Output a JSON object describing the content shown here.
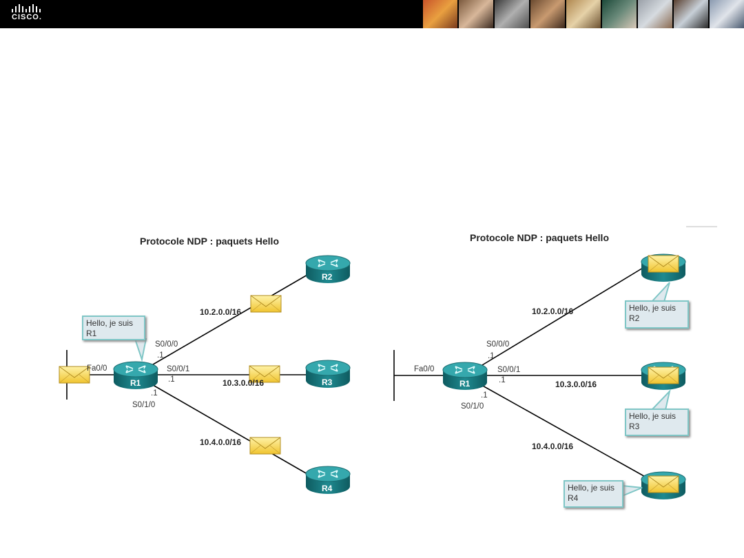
{
  "brand": {
    "logo_text": "CISCO."
  },
  "left_diagram": {
    "title": "Protocole NDP : paquets Hello",
    "routers": {
      "r1": "R1",
      "r2": "R2",
      "r3": "R3",
      "r4": "R4"
    },
    "interfaces": {
      "fa": "Fa0/0",
      "s000": "S0/0/0",
      "s001": "S0/0/1",
      "s010": "S0/1/0",
      "dot1": ".1"
    },
    "networks": {
      "n2": "10.2.0.0/16",
      "n3": "10.3.0.0/16",
      "n4": "10.4.0.0/16"
    },
    "callout_r1": "Hello, je suis\nR1"
  },
  "right_diagram": {
    "title": "Protocole NDP : paquets Hello",
    "routers": {
      "r1": "R1"
    },
    "interfaces": {
      "fa": "Fa0/0",
      "s000": "S0/0/0",
      "s001": "S0/0/1",
      "s010": "S0/1/0",
      "dot1": ".1"
    },
    "networks": {
      "n2": "10.2.0.0/16",
      "n3": "10.3.0.0/16",
      "n4": "10.4.0.0/16"
    },
    "callout_r2": "Hello, je suis\nR2",
    "callout_r3": "Hello, je suis\nR3",
    "callout_r4": "Hello, je suis\nR4"
  },
  "colors": {
    "router": "#1f7f85",
    "router_top": "#2fa3a8",
    "envelope": "#f2cf3c",
    "callout_border": "#7fc6c6"
  }
}
